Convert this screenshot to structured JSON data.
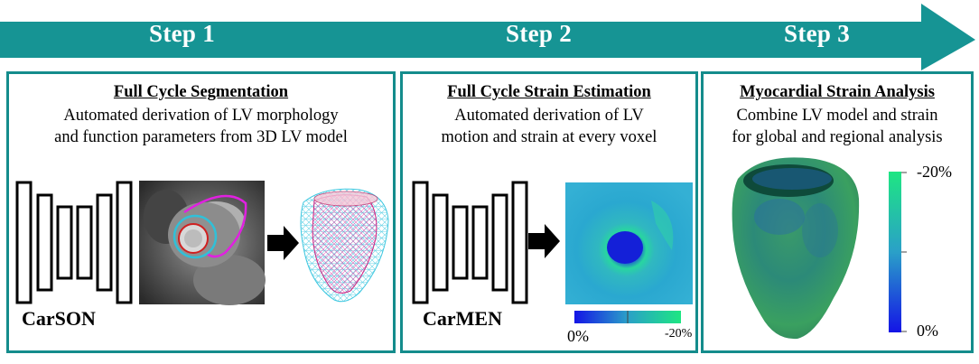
{
  "banner": {
    "color": "#169494",
    "steps": [
      {
        "label": "Step 1"
      },
      {
        "label": "Step 2"
      },
      {
        "label": "Step 3"
      }
    ]
  },
  "panels": [
    {
      "title": "Full Cycle Segmentation",
      "description_lines": [
        "Automated derivation of LV morphology",
        "and function parameters from 3D LV model"
      ],
      "network_name": "CarSON"
    },
    {
      "title": "Full Cycle Strain Estimation",
      "description_lines": [
        "Automated derivation of LV",
        "motion and strain at every voxel"
      ],
      "network_name": "CarMEN",
      "colorbar": {
        "min_label": "0%",
        "max_label": "-20%"
      }
    },
    {
      "title": "Myocardial Strain Analysis",
      "description_lines": [
        "Combine LV model and strain",
        "for global and regional analysis"
      ],
      "colorbar": {
        "top_label": "-20%",
        "bottom_label": "0%"
      }
    }
  ],
  "colors": {
    "border": "#148c8c",
    "strain_high": "#1ee682",
    "strain_low": "#1414e6"
  }
}
